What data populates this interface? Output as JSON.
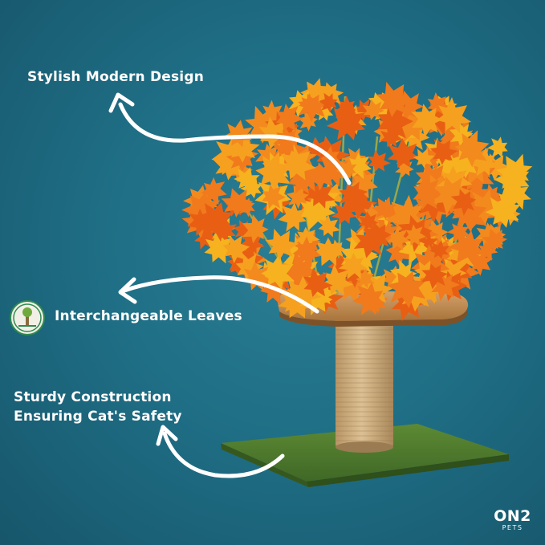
{
  "callouts": {
    "stylish": "Stylish Modern Design",
    "leaves": "Interchangeable Leaves",
    "sturdy_line1": "Sturdy Construction",
    "sturdy_line2": "Ensuring Cat's Safety"
  },
  "badge": {
    "icon": "tree-seal-icon"
  },
  "brand": {
    "name": "ON2",
    "sub": "PETS"
  },
  "colors": {
    "background": "#1f6f86",
    "leaf_orange": "#f07a1c",
    "leaf_yellow": "#f6b21f",
    "sisal": "#c9a77a",
    "grass": "#4e7a2c",
    "text": "#ffffff"
  }
}
